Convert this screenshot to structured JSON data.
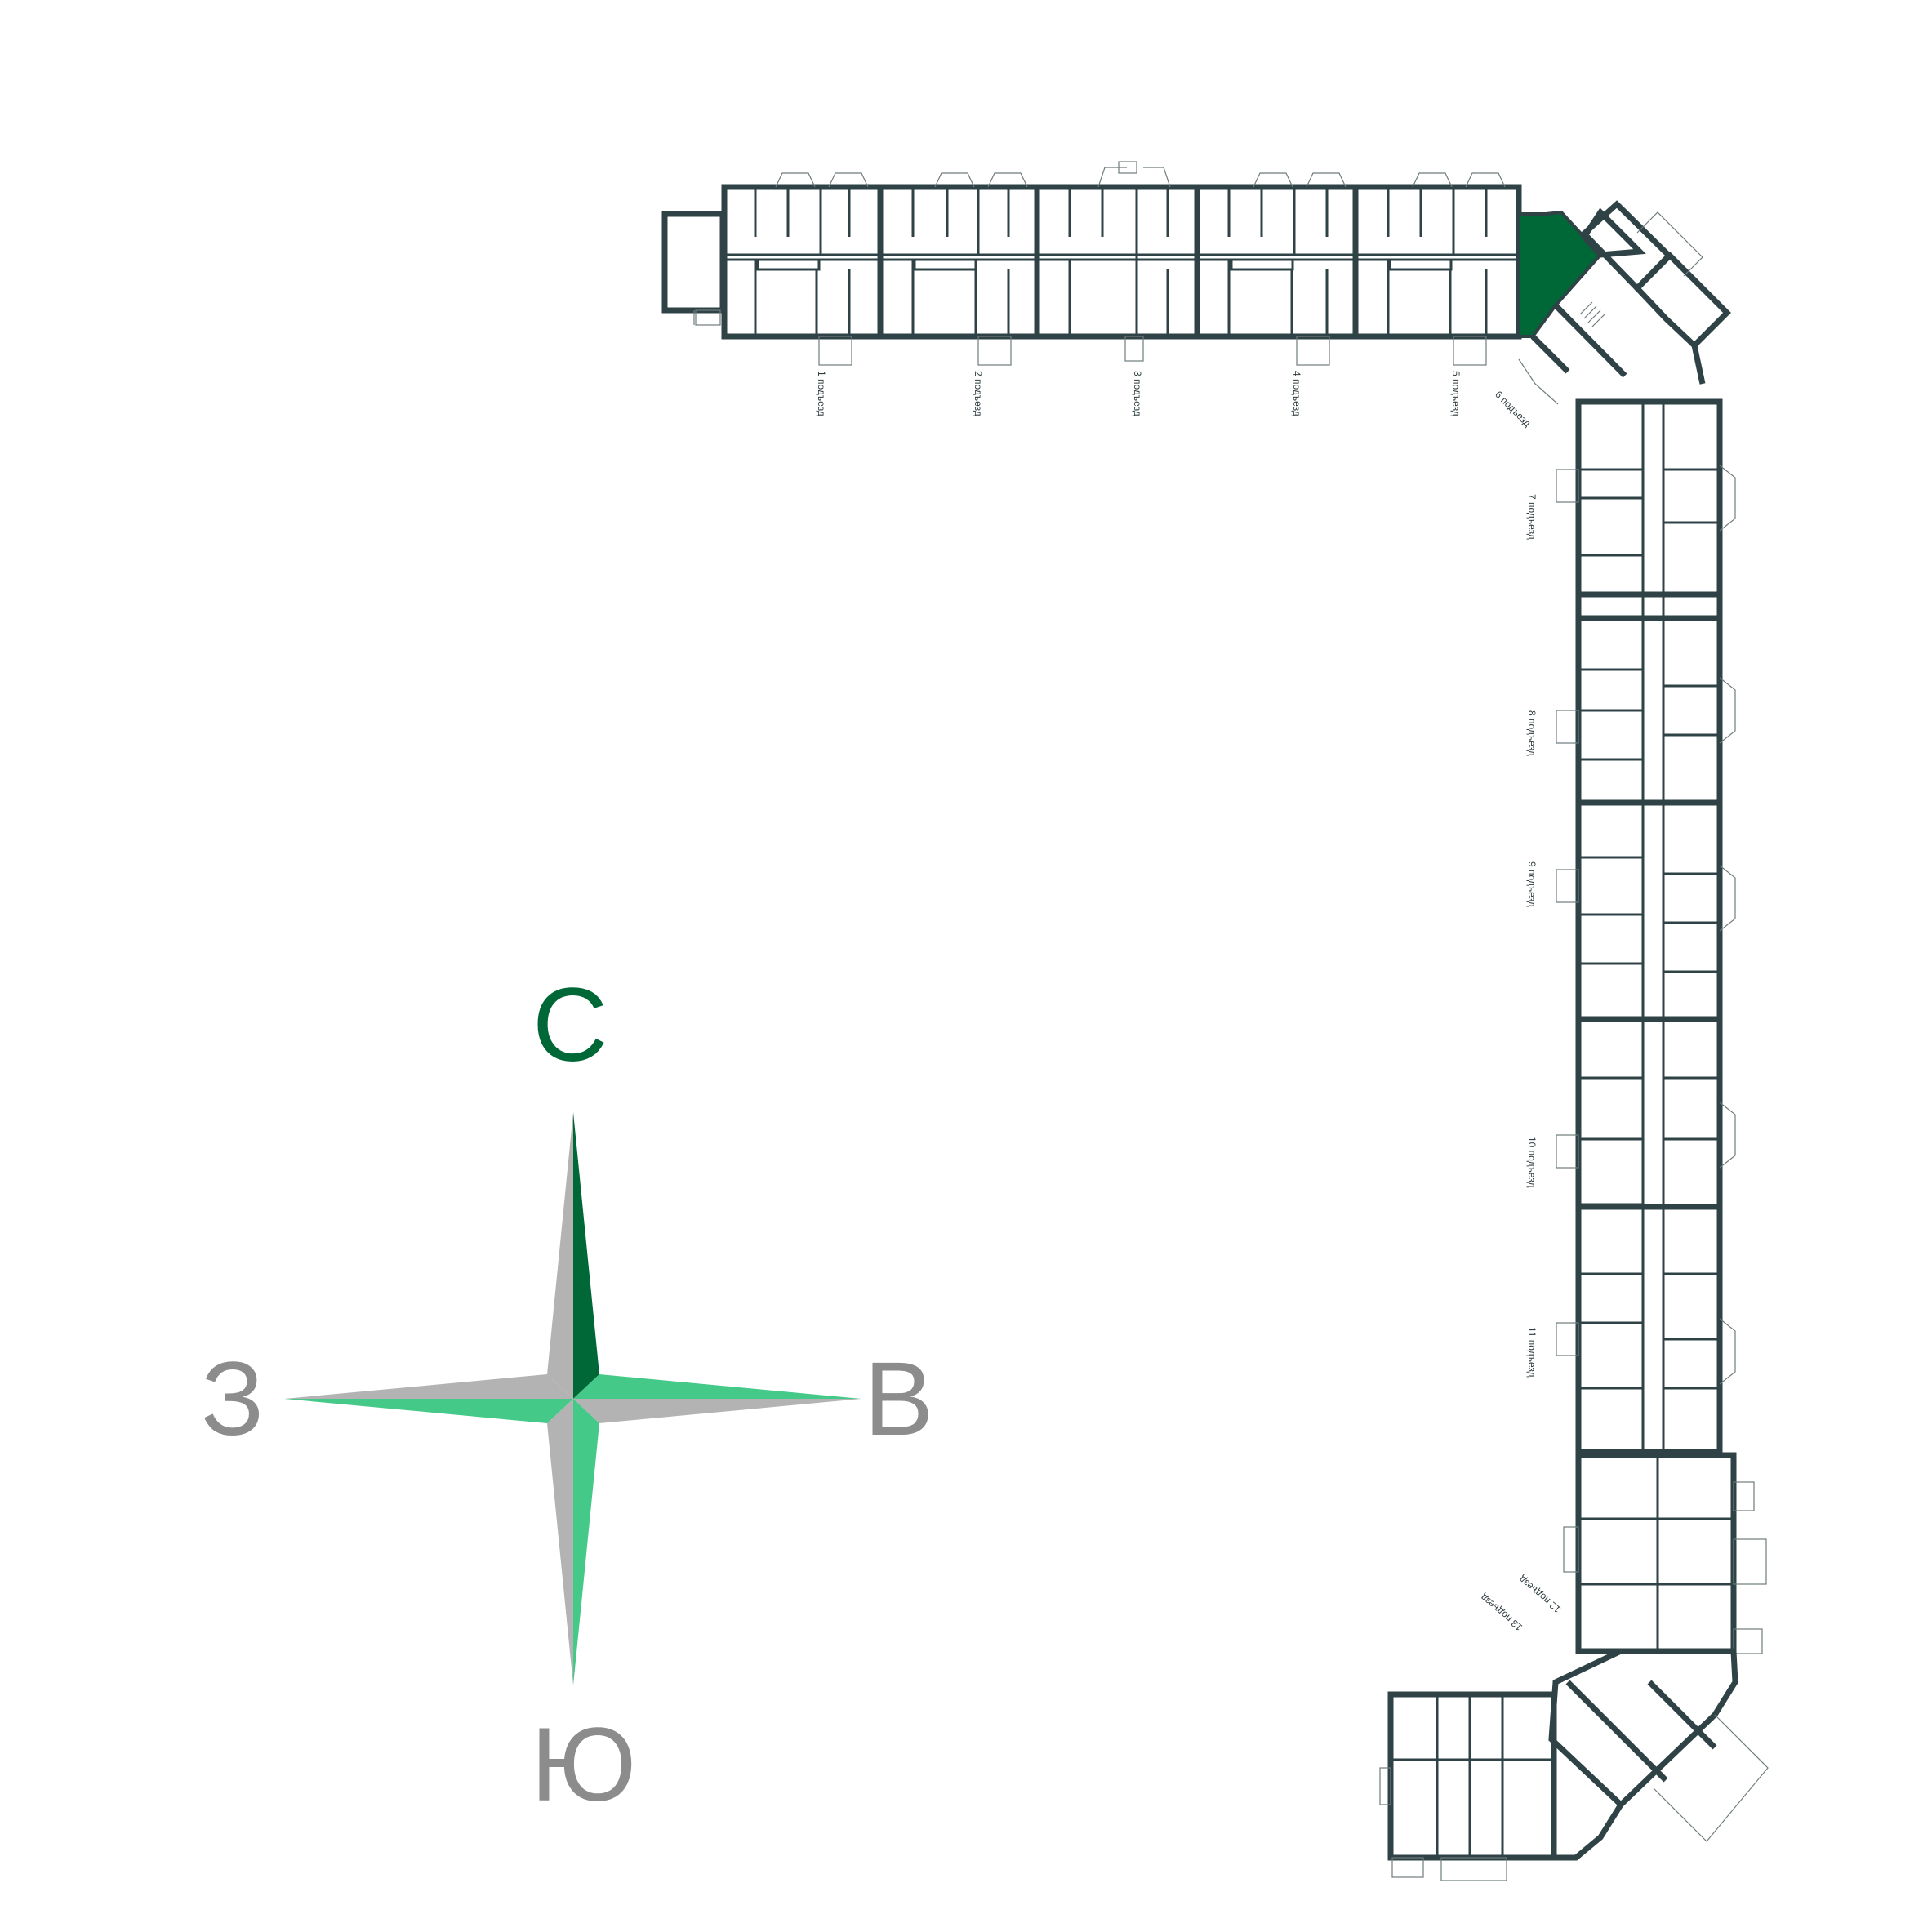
{
  "colors": {
    "wall": "#2f4246",
    "highlight": "#006837",
    "compass_dark_green": "#006837",
    "compass_light_green": "#45c989",
    "compass_gray": "#b3b3b3",
    "label_gray": "#8c8c8c"
  },
  "compass": {
    "north": "С",
    "east": "В",
    "west": "З",
    "south": "Ю"
  },
  "entrances": [
    {
      "label": "1 подъезд"
    },
    {
      "label": "2 подъезд"
    },
    {
      "label": "3 подъезд"
    },
    {
      "label": "4 подъезд"
    },
    {
      "label": "5 подъезд"
    },
    {
      "label": "6 подъезд"
    },
    {
      "label": "7 подъезд"
    },
    {
      "label": "8 подъезд"
    },
    {
      "label": "9 подъезд"
    },
    {
      "label": "10 подъезд"
    },
    {
      "label": "11 подъезд"
    },
    {
      "label": "12 подъезд"
    },
    {
      "label": "13 подъезд"
    }
  ],
  "highlighted_unit": {
    "entrance": "6 подъезд",
    "color": "#006837"
  }
}
